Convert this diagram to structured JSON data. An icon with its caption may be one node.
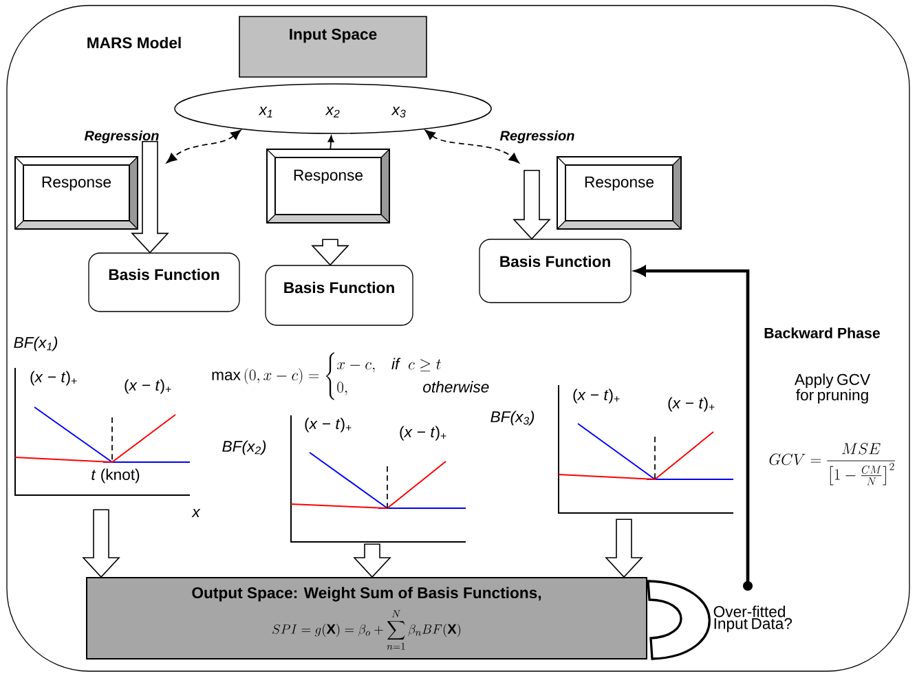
{
  "diagram": {
    "nodes": [
      {
        "text": [
          "MARS Model"
        ]
      },
      {
        "text": [
          "Input Space"
        ],
        "in": 0
      },
      {
        "text": [
          "x$_{1}$",
          "x$_{2}$",
          "x$_{3}$"
        ],
        "in": 0
      },
      {
        "text": [
          "Response"
        ],
        "in": 0
      },
      {
        "text": [
          "Response"
        ],
        "in": 0
      },
      {
        "text": [
          "Response"
        ],
        "in": 0
      },
      {
        "text": [
          "Basis Function"
        ],
        "in": 0
      },
      {
        "text": [
          "Basis Function"
        ],
        "in": 0
      },
      {
        "text": [
          "Basis Function"
        ],
        "in": 0
      },
      {
        "text": [
          "BF(x$_{1}$)",
          "(*x* − *t*)$_{+}$",
          "(*x* − *t*)$_{+}$",
          "*t* (knot)",
          "x"
        ],
        "in": 0
      },
      {
        "text": [
          "BF(x$_{2}$)",
          "(*x* − *t*)$_{+}$",
          "(*x* − *t*)$_{+}$"
        ],
        "in": 0
      },
      {
        "text": [
          "BF(x$_{3}$)",
          "(*x* − *t*)$_{+}$",
          "(*x* − *t*)$_{+}$"
        ],
        "in": 0
      },
      {
        "text": [
          "Output Space: Weight Sum of Basis Functions,",
          "SPI=g(\\mathbf{X})=\\beta_{o}+\\sum_{n=1}^{N}\\beta_{n}BF(\\mathbf{X})"
        ],
        "in": 0
      },
      {
        "text": [],
        "shape": "arc",
        "in": 0
      },
      {
        "text": [
          "Over-fitted Input Data?"
        ],
        "in": 0
      },
      {
        "text": [],
        "shape": "circle",
        "in": 0
      }
    ],
    "edges": [
      {
        "from": 2,
        "to": 3,
        "arrow": "both",
        "style": "dashed"
      },
      {
        "from": 2,
        "to": 5,
        "arrow": "both",
        "style": "dashed"
      },
      {
        "from": 4,
        "to": 2,
        "arrow": "to"
      },
      {
        "from": 3,
        "to": 6,
        "arrow": "to"
      },
      {
        "from": 4,
        "to": 7,
        "arrow": "to"
      },
      {
        "from": 5,
        "to": 8,
        "arrow": "to"
      },
      {
        "from": 9,
        "to": 12,
        "arrow": "to"
      },
      {
        "from": 10,
        "to": 12,
        "arrow": "to"
      },
      {
        "from": 11,
        "to": 12,
        "arrow": "to"
      },
      {
        "from": 15,
        "to": 8,
        "arrow": "to",
        "style": "thick"
      }
    ],
    "labels": [
      "Regression",
      "Regression",
      "\\max\\left(0,x-c\\right)=\\begin{cases}x-c, & \\mathit{if}\\;\\; c\\geq t\\\\ 0, & \\qquad \\mathit{otherwise}\\end{cases}",
      "Backward Phase",
      "Apply GCV for pruning",
      "GCV=\\frac{MSE}{\\left[1-\\frac{CM}{N}\\right]^{2}}"
    ]
  }
}
